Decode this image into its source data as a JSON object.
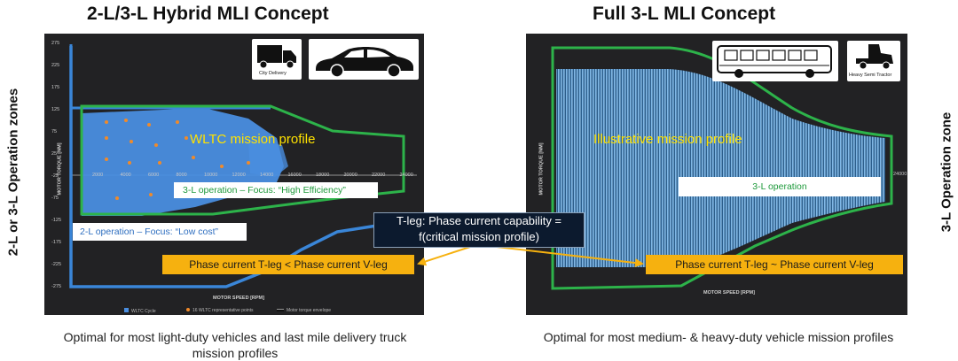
{
  "left": {
    "title": "2-L/3-L Hybrid MLI Concept",
    "side_label": "2-L or 3-L Operation zones",
    "mission_label": "WLTC mission profile",
    "box_3l": "3-L operation – Focus: “High Efficiency”",
    "box_2l": "2-L operation – Focus: “Low cost”",
    "orange_box": "Phase current T-leg < Phase current V-leg",
    "icon_city_caption": "City Delivery",
    "x_axis_label": "MOTOR SPEED [RPM]",
    "y_axis_label": "MOTOR TORQUE [NM]",
    "legend": [
      "WLTC Cycle",
      "16 WLTC representative points",
      "Motor torque envelope"
    ],
    "caption": "Optimal for most light-duty vehicles and last mile delivery truck mission profiles"
  },
  "right": {
    "title": "Full 3-L MLI Concept",
    "side_label": "3-L Operation zone",
    "mission_label": "Illustrative mission profile",
    "box_3l": "3-L operation",
    "orange_box": "Phase current T-leg ~ Phase current V-leg",
    "icon_truck_caption": "Heavy Semi Tractor",
    "x_axis_label": "MOTOR SPEED [RPM]",
    "y_axis_label": "MOTOR TORQUE [NM]",
    "x_tick_24000": "24000",
    "caption": "Optimal for most medium- & heavy-duty vehicle mission profiles"
  },
  "callout": {
    "line1": "T-leg: Phase current capability =",
    "line2": "f(critical mission profile)"
  },
  "axes": {
    "y_ticks": [
      "275",
      "225",
      "175",
      "125",
      "75",
      "25",
      "-25",
      "-75",
      "-125",
      "-175",
      "-225",
      "-275"
    ],
    "x_ticks": [
      "2000",
      "4000",
      "6000",
      "8000",
      "10000",
      "12000",
      "14000",
      "16000",
      "18000",
      "20000",
      "22000",
      "24000"
    ]
  },
  "colors": {
    "panel_bg": "#222224",
    "envelope_blue": "#3a86d8",
    "envelope_green": "#2db34a",
    "orange": "#f6b10f",
    "mission_yellow": "#ffe200"
  },
  "icons": [
    "delivery-truck-icon",
    "car-icon",
    "bus-icon",
    "semi-tractor-icon"
  ]
}
